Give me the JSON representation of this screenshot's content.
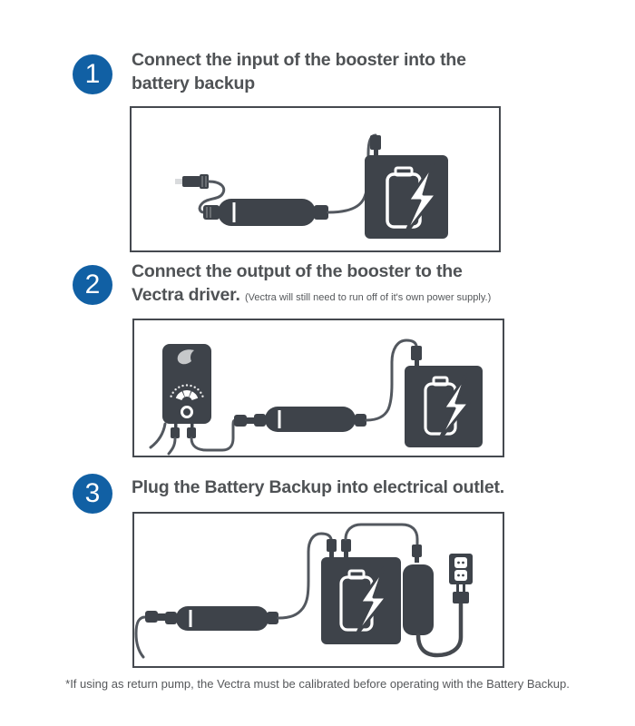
{
  "page": {
    "background": "#ffffff",
    "accent_blue": "#1160a4",
    "device_color": "#3e434a",
    "cable_color": "#53585f",
    "heading_color": "#4f5255",
    "box_border_color": "#45494f"
  },
  "steps": [
    {
      "number": "1",
      "title_line1": "Connect the input of the booster into the",
      "title_line2": "battery backup",
      "note": "",
      "illustration": "booster-dc-plug-and-battery-backup"
    },
    {
      "number": "2",
      "title_line1": "Connect the output of the booster to the",
      "title_line2": "Vectra driver.",
      "note": "(Vectra will still need to run off of it's own power supply.)",
      "illustration": "vectra-driver-booster-battery-backup-chain"
    },
    {
      "number": "3",
      "title_line1": "Plug the Battery Backup into electrical outlet.",
      "title_line2": "",
      "note": "",
      "illustration": "booster-battery-backup-power-adapter-wall-outlet"
    }
  ],
  "footer": {
    "text": "*If using as return pump, the Vectra must be calibrated before operating with the Battery Backup."
  },
  "icons": {
    "battery_backup": "battery-with-lightning-bolt",
    "booster": "inline-booster-cylinder",
    "vectra_driver": "pump-driver-with-gauge-and-knob",
    "wall_outlet": "two-socket-outlet",
    "power_adapter": "power-brick",
    "plugs": [
      "dc-barrel-plug",
      "audio-jack-plug",
      "two-prong-wall-plug"
    ]
  }
}
